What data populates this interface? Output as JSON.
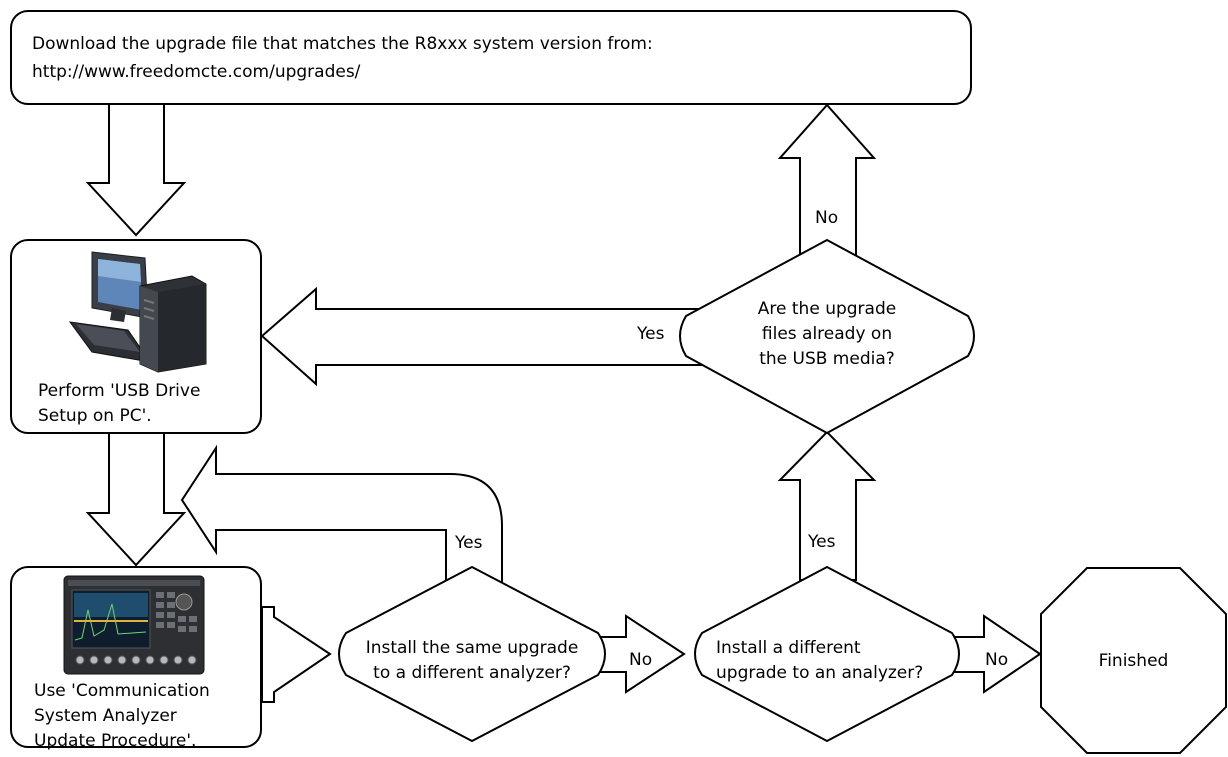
{
  "steps": {
    "download": {
      "line1": "Download the upgrade file that matches the R8xxx system version from:",
      "line2": "http://www.freedomcte.com/upgrades/"
    },
    "usb_setup": {
      "line1": "Perform 'USB Drive",
      "line2": "Setup on PC'.",
      "icon": "desktop-pc-icon"
    },
    "analyzer_update": {
      "line1": "Use 'Communication",
      "line2": "System Analyzer",
      "line3": "Update Procedure'.",
      "icon": "analyzer-device-icon"
    },
    "finished": {
      "label": "Finished"
    }
  },
  "decisions": {
    "files_on_usb": {
      "line1": "Are the upgrade",
      "line2": "files already on",
      "line3": "the USB media?"
    },
    "same_upgrade": {
      "line1": "Install the same upgrade",
      "line2": "to a different analyzer?"
    },
    "different_upgrade": {
      "line1": "Install a different",
      "line2": "upgrade to an analyzer?"
    }
  },
  "arrow_labels": {
    "usb_no": "No",
    "usb_yes": "Yes",
    "same_yes": "Yes",
    "same_no": "No",
    "diff_yes": "Yes",
    "diff_no": "No"
  },
  "colors": {
    "stroke": "#000000",
    "fill": "#ffffff"
  }
}
